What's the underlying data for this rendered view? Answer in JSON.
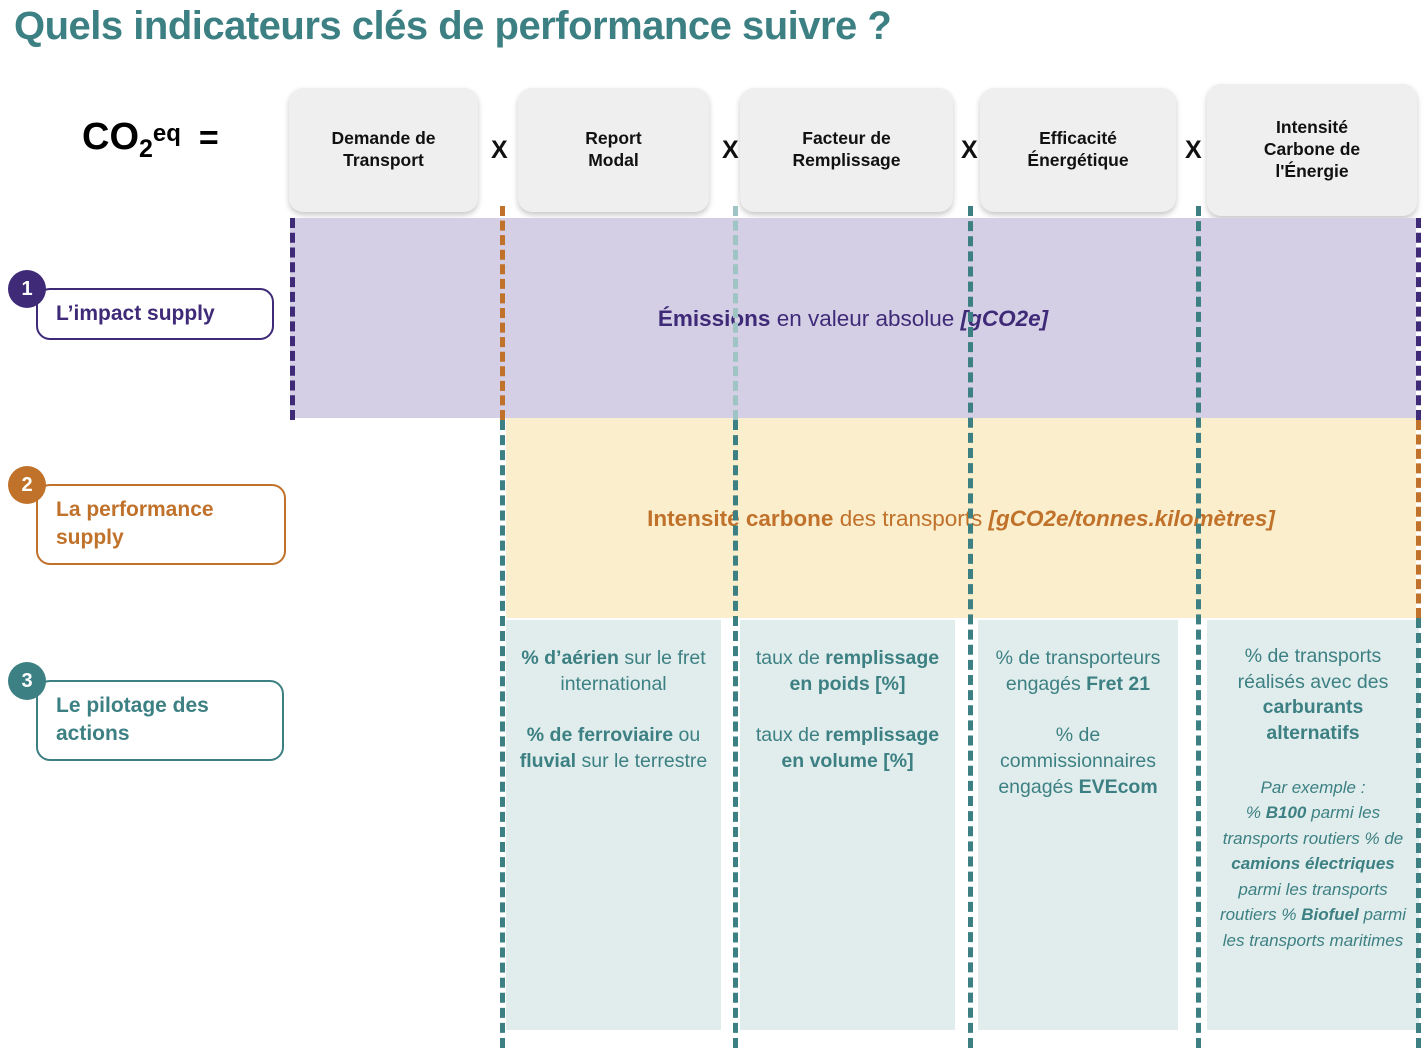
{
  "page": {
    "title": "Quels indicateurs clés de performance suivre ?",
    "title_color": "#3d8083",
    "background": "#ffffff"
  },
  "formula": {
    "base": "CO",
    "subscript": "2",
    "superscript": "eq",
    "equals": "=",
    "operator": "X"
  },
  "factors": [
    {
      "id": "demande-de-transport",
      "label": "Demande de\nTransport"
    },
    {
      "id": "report-modal",
      "label": "Report\nModal"
    },
    {
      "id": "facteur-de-remplissage",
      "label": "Facteur de\nRemplissage"
    },
    {
      "id": "efficacite-energetique",
      "label": "Efficacité\nÉnergétique"
    },
    {
      "id": "intensite-carbone",
      "label": "Intensité\nCarbone de\nl'Énergie"
    }
  ],
  "factor_labels": {
    "f1_l1": "Demande de",
    "f1_l2": "Transport",
    "f2_l1": "Report",
    "f2_l2": "Modal",
    "f3_l1": "Facteur de",
    "f3_l2": "Remplissage",
    "f4_l1": "Efficacité",
    "f4_l2": "Énergétique",
    "f5_l1": "Intensité",
    "f5_l2": "Carbone de",
    "f5_l3": "l'Énergie"
  },
  "steps": [
    {
      "number": "1",
      "label": "L’impact supply",
      "color": "#3f2a78"
    },
    {
      "number": "2",
      "label": "La performance supply",
      "color": "#c0712a"
    },
    {
      "number": "3",
      "label": "Le pilotage des actions",
      "color": "#3d8083"
    }
  ],
  "bands": {
    "impact": {
      "bg": "#d5cfe6",
      "color": "#3f2a78",
      "strong": "Émissions",
      "plain": " en valeur absolue ",
      "unit": "[gCO2e]"
    },
    "performance": {
      "bg": "#fbeecd",
      "color": "#c0712a",
      "strong": "Intensité carbone",
      "plain": " des transports ",
      "unit": "[gCO2e/tonnes.kilomètres]"
    },
    "pilotage": {
      "bg": "#e0edec",
      "color": "#3d8083"
    }
  },
  "columns": {
    "report_modal": {
      "b1_s1": "% d’aérien",
      "b1_t1": " sur le fret international",
      "b2_s1": "% de ferroviaire",
      "b2_t1": " ou ",
      "b2_s2": "fluvial",
      "b2_t2": " sur le terrestre"
    },
    "remplissage": {
      "b1_t1": "taux de ",
      "b1_s1": "remplissage en poids [%]",
      "b2_t1": "taux de ",
      "b2_s1": "remplissage en volume [%]"
    },
    "efficacite": {
      "b1_t1": "% de transporteurs engagés ",
      "b1_s1": "Fret 21",
      "b2_t1": "% de commissionnaires engagés ",
      "b2_s1": "EVEcom"
    },
    "intensite": {
      "b1_t1": "% de transports réalisés avec des ",
      "b1_s1": "carburants alternatifs",
      "ex_intro": "Par exemple :",
      "ex1_t1": "% ",
      "ex1_s1": "B100",
      "ex1_t2": " parmi les transports routiers",
      "ex2_t1": "% de ",
      "ex2_s1": "camions électriques",
      "ex2_t2": " parmi les transports routiers",
      "ex3_t1": "% ",
      "ex3_s1": "Biofuel",
      "ex3_t2": " parmi les transports maritimes"
    }
  }
}
